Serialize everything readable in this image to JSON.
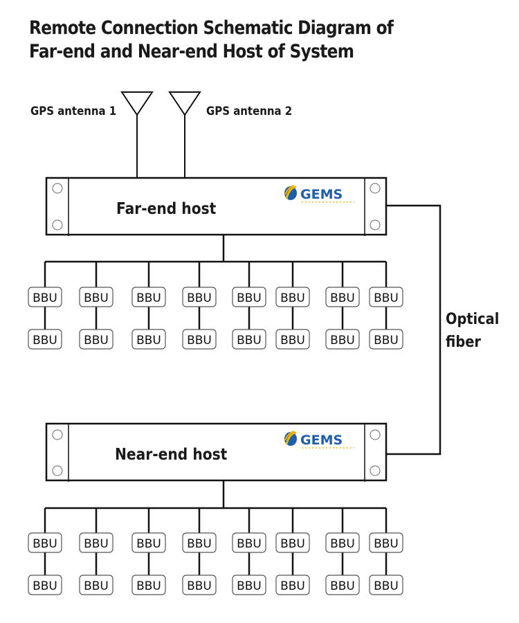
{
  "title": {
    "line1": "Remote Connection Schematic Diagram of",
    "line2": "Far-end and Near-end Host of System"
  },
  "antennas": [
    {
      "label": "GPS antenna 1",
      "icon": "antenna-icon"
    },
    {
      "label": "GPS antenna 2",
      "icon": "antenna-icon"
    }
  ],
  "hosts": {
    "far_end": {
      "label": "Far-end host",
      "logo_text": "GEMS"
    },
    "near_end": {
      "label": "Near-end host",
      "logo_text": "GEMS"
    }
  },
  "link": {
    "line1": "Optical",
    "line2": "fiber"
  },
  "bbu_label": "BBU",
  "bbu_columns_per_host": 8,
  "bbu_rows_per_host": 2,
  "colors": {
    "line": "#111111",
    "logo_blue": "#1f5fa8",
    "logo_gold": "#f2b705",
    "bbu_border": "#555555"
  }
}
